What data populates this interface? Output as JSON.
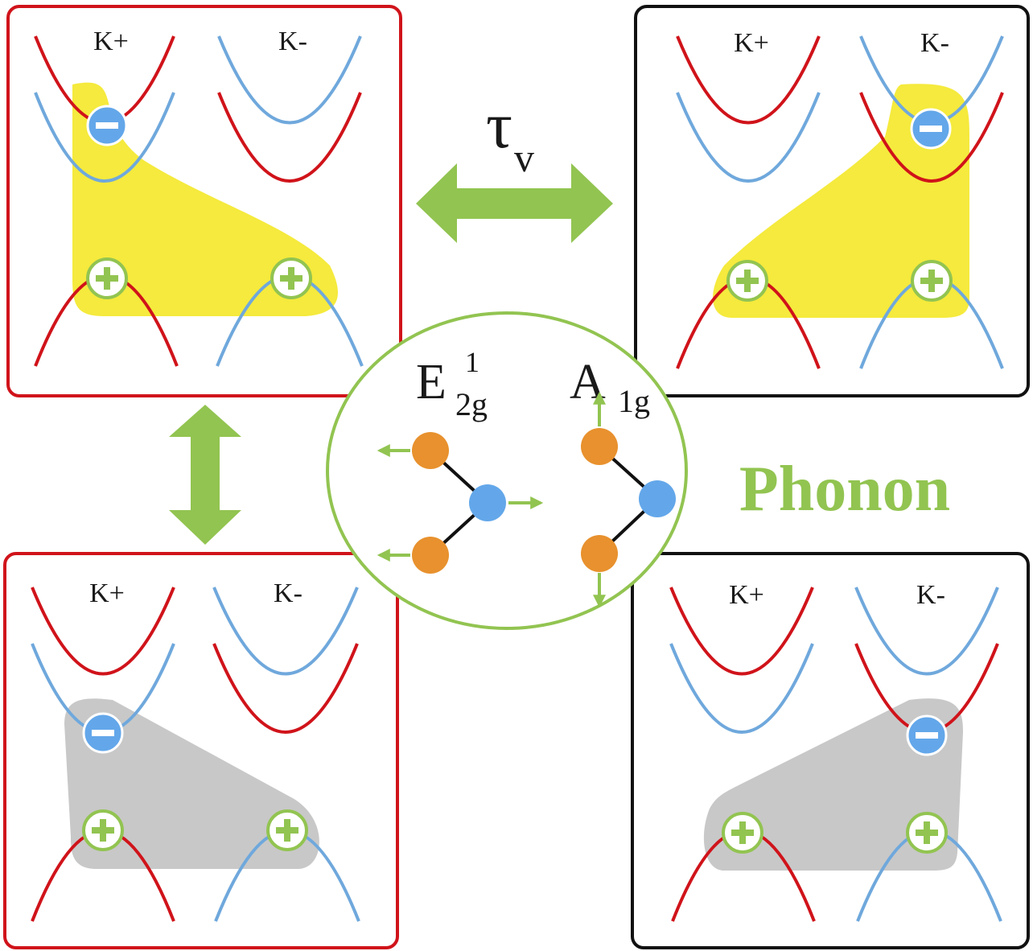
{
  "colors": {
    "red": "#d0131a",
    "blue": "#6fa8dc",
    "green": "#92c451",
    "yellow": "#f5ea3d",
    "gray": "#c8c8c8",
    "orange": "#e8912e",
    "atom_blue": "#63a7ea",
    "black": "#111111"
  },
  "panels": {
    "top_left": {
      "valley_left": "K+",
      "valley_right": "K-",
      "border": "red"
    },
    "top_right": {
      "valley_left": "K+",
      "valley_right": "K-",
      "border": "black"
    },
    "bottom_left": {
      "valley_left": "K+",
      "valley_right": "K-",
      "border": "red"
    },
    "bottom_right": {
      "valley_left": "K+",
      "valley_right": "K-",
      "border": "black"
    }
  },
  "relaxation": {
    "symbol": "τ",
    "subscript": "v"
  },
  "phonon": {
    "title": "Phonon",
    "mode1": {
      "base": "E",
      "sub": "2g",
      "sup": "1"
    },
    "mode2": {
      "base": "A",
      "sub": "1g"
    }
  },
  "carriers": {
    "electron": "−",
    "hole": "+"
  }
}
